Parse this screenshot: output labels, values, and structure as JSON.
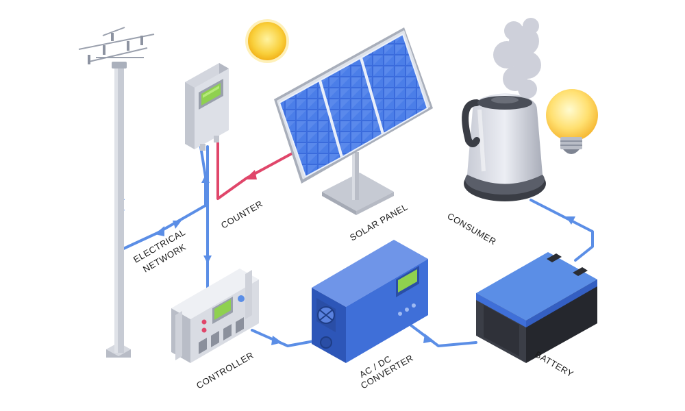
{
  "labels": {
    "electrical_network_line1": "ELECTRICAL",
    "electrical_network_line2": "NETWORK",
    "counter": "COUNTER",
    "solar_panel": "SOLAR PANEL",
    "consumer": "CONSUMER",
    "controller": "CONTROLLER",
    "converter_line1": "AC / DC",
    "converter_line2": "CONVERTER",
    "battery": "BATTERY"
  },
  "colors": {
    "dc_wire": "#e0466a",
    "ac_wire": "#5b8ee6",
    "panel_blue": "#2f5fd0",
    "sun": "#f7c52a",
    "converter": "#3f6fd8",
    "battery_top": "#4d82e0",
    "battery_body": "#2b2d33"
  },
  "icons": [
    "sun-icon",
    "utility-pole-icon",
    "electric-meter-icon",
    "solar-panel-icon",
    "charge-controller-icon",
    "inverter-icon",
    "battery-icon",
    "kettle-icon",
    "light-bulb-icon"
  ]
}
